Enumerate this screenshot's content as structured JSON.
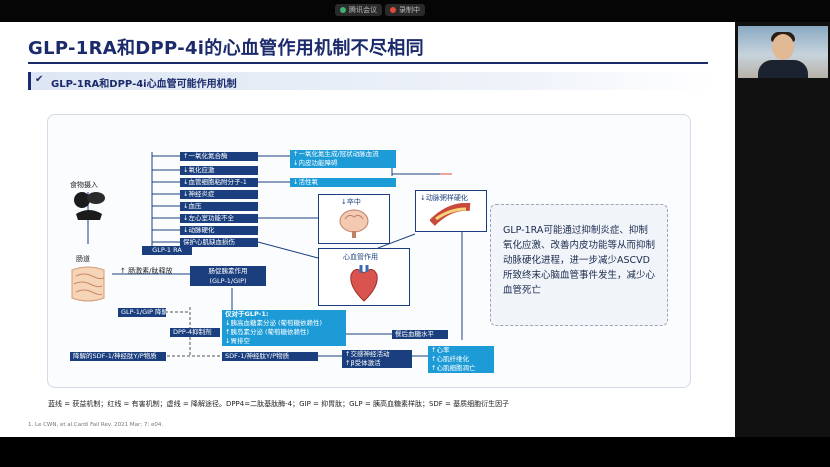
{
  "meeting_bar": {
    "pill_left": "腾讯会议",
    "pill_right": "录制中",
    "accent_green": "#3cb371",
    "accent_red": "#e24a3b"
  },
  "slide": {
    "title": "GLP-1RA和DPP-4i的心血管作用机制不尽相同",
    "subhead": "GLP-1RA和DPP-4i心血管可能作用机制",
    "colors": {
      "navy": "#1b3f7e",
      "cyan": "#1d9bd7",
      "title": "#1b2a6b"
    }
  },
  "diagram": {
    "food_label": "食物摄入",
    "gut_label": "肠道",
    "incretin_label": "↑ 肠激素/肽释放",
    "incretin_box": "肠促胰素作用\n(GLP-1/GIP)",
    "glp1ra": "GLP-1 RA",
    "degradation": "GLP-1/GIP 降解",
    "dpp4_inhibitor": "DPP-4抑制剂",
    "sdf_cleave": "降解的SDF-1/神经肽Y/P物质",
    "sdf_active": "SDF-1/神经肽Y/P物质",
    "effects_left": [
      "↑一氧化氮合酶",
      "↓氧化应激",
      "↓血管细胞粘附分子-1",
      "↓神经炎症",
      "↓血压",
      "↓左心室功能不全",
      "↓动脉硬化",
      "保护心肌缺血损伤"
    ],
    "effects_top_right": [
      "↑一氧化氮生成/冠状动脉血流",
      "↓内皮功能障碍",
      "↓活性氧"
    ],
    "stroke": "↓卒中",
    "athero": "↓动脉粥样硬化",
    "cv_action": "心血管作用",
    "glp1_only_title": "仅对于GLP-1:",
    "glp1_only_items": [
      "↓胰高血糖素分泌 (葡萄糖依赖性)",
      "↑胰岛素分泌 (葡萄糖依赖性)",
      "↓胃排空"
    ],
    "glucose": "餐后血糖水平",
    "sympathetic": [
      "↑交感神经活动",
      "↑β受体激活"
    ],
    "right_bottom": [
      "↑心率",
      "↑心肌纤维化",
      "↑心肌细胞凋亡"
    ]
  },
  "panel_text": "GLP-1RA可能通过抑制炎症、抑制氧化应激、改善内皮功能等从而抑制动脉硬化进程，进一步减少ASCVD所致终末心脑血管事件发生，减少心血管死亡",
  "legend": "蓝线 = 获益机制；红线 = 有害机制；虚线 = 降解途径。DPP4=二肽基肽酶-4；GIP = 抑胃肽；GLP = 胰高血糖素样肽；SDF = 基质细胞衍生因子",
  "reference": "1. Le CWN, et al.Cardi Fail Rev. 2021 Mar; 7: e04."
}
